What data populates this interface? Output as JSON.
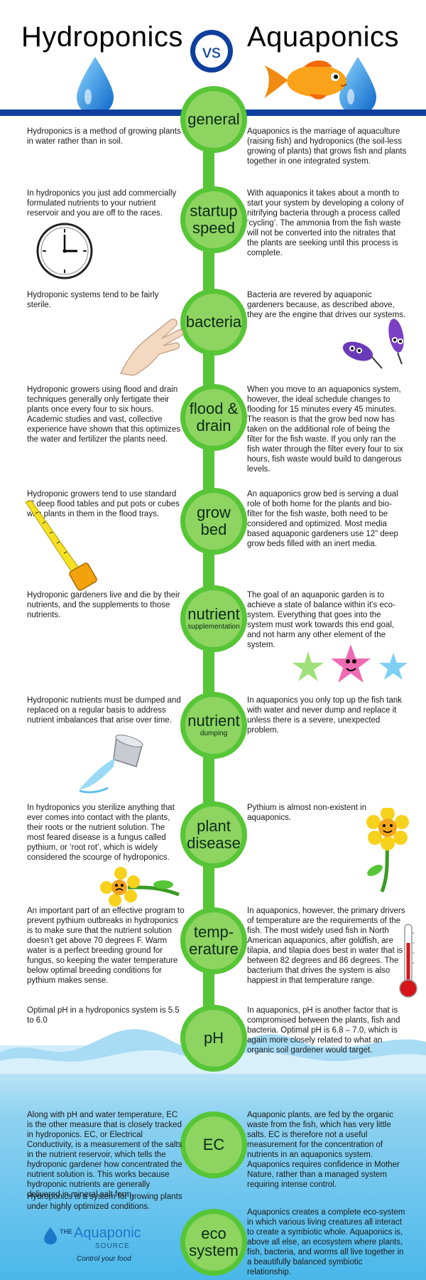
{
  "header": {
    "left_title": "Hydroponics",
    "vs_label": "vs",
    "right_title": "Aquaponics"
  },
  "sections": [
    {
      "label": "general",
      "sublabel": "",
      "hydro": "Hydroponics is a method of growing plants in water rather than in soil.",
      "aqua": "Aquaponics is the marriage of aquaculture (raising fish) and hydroponics (the soil-less growing of plants) that grows fish and plants together in one integrated system."
    },
    {
      "label": "startup speed",
      "sublabel": "",
      "hydro": "In hydroponics you just add commercially formulated nutrients to your nutrient reservoir and you are off to the races.",
      "aqua": "With aquaponics it takes about a month to start your system by developing a colony of nitrifying bacteria through a process called ‘cycling’. The ammonia from the fish waste will not be converted into the nitrates that the plants are seeking until this process is complete."
    },
    {
      "label": "bacteria",
      "sublabel": "",
      "hydro": "Hydroponic systems tend to be fairly sterile.",
      "aqua": "Bacteria are revered by aquaponic gardeners because, as described above, they are the engine that drives our systems."
    },
    {
      "label": "flood & drain",
      "sublabel": "",
      "hydro": "Hydroponic growers using flood and drain techniques generally only fertigate their plants once every four to six hours. Academic studies and vast, collective experience have shown that this optimizes the water and fertilizer the plants need.",
      "aqua": "When you move to an aquaponics system, however, the ideal schedule changes to flooding for 15 minutes every 45 minutes. The reason is that the grow bed now has taken on the additional role of being the filter for the fish waste. If you only ran the fish water through the filter every four to six hours, fish waste would build to dangerous levels."
    },
    {
      "label": "grow bed",
      "sublabel": "",
      "hydro": "Hydroponic growers tend to use standard 6” deep flood tables and put pots or cubes with plants in them in the flood trays.",
      "aqua": "An aquaponics grow bed is serving a dual role of both home for the plants and bio-filter for the fish waste, both need to be considered and optimized. Most media based aquaponic gardeners use 12” deep grow beds filled with an inert media."
    },
    {
      "label": "nutrient",
      "sublabel": "supplementation",
      "hydro": "Hydroponic gardeners live and die by their nutrients, and the supplements to those nutrients.",
      "aqua": "The goal of an aquaponic garden is to achieve a state of balance within it’s eco-system. Everything that goes into the system must work towards this end goal, and not harm any other element of the system."
    },
    {
      "label": "nutrient",
      "sublabel": "dumping",
      "hydro": "Hydroponic nutrients must be dumped and replaced on a regular basis to address nutrient imbalances that arise over time.",
      "aqua": "In aquaponics you only top up the fish tank with water and never dump and replace it unless there is a severe, unexpected problem."
    },
    {
      "label": "plant disease",
      "sublabel": "",
      "hydro": "In hydroponics you sterilize anything that ever comes into contact with the plants, their roots or the nutrient solution. The most feared disease is a fungus called pythium, or ‘root rot’, which is widely considered the scourge of hydroponics.",
      "aqua": "Pythium is almost non-existent in aquaponics."
    },
    {
      "label": "temp-erature",
      "sublabel": "",
      "hydro": "An important part of an effective program to prevent pythium outbreaks in hydroponics is to make sure that the nutrient solution doesn’t get above 70 degrees F. Warm water is a perfect breeding ground for fungus, so keeping the water temperature below optimal breeding conditions for pythium makes sense.",
      "aqua": "In aquaponics, however, the primary drivers of temperature are the requirements of the fish. The most widely used fish in North American aquaponics, after goldfish, are tilapia, and tilapia does best in water that is between 82 degrees and 86 degrees. The bacterium that drives the system is also happiest in that temperature range."
    },
    {
      "label": "pH",
      "sublabel": "",
      "hydro": "Optimal pH in a hydroponics system is 5.5 to 6.0",
      "aqua": "In aquaponics, pH is another factor that is compromised between the plants, fish and bacteria. Optimal pH is 6.8 – 7.0, which is again more closely related to what an organic soil gardener would target."
    },
    {
      "label": "EC",
      "sublabel": "",
      "hydro": "Along with pH and water temperature, EC is the other measure that is closely tracked in hydroponics. EC, or Electrical Conductivity, is a measurement of the salts in the nutrient reservoir, which tells the hydroponic gardener how concentrated the nutrient solution is. This works because hydroponic nutrients are generally delivered in mineral salt form.",
      "aqua": "Aquaponic plants, are fed by the organic waste from the fish, which has very little salts. EC is therefore not a useful measurement for the concentration of nutrients in an aquaponics system. Aquaponics requires confidence in Mother Nature, rather than a managed system requiring intense control."
    },
    {
      "label": "eco system",
      "sublabel": "",
      "hydro": "Hydroponics is a system for growing plants under highly optimized conditions.",
      "aqua": "Aquaponics creates a complete eco-system in which various living creatures all interact to create a symbiotic whole. Aquaponics is, above all else, an ecosystem where plants, fish, bacteria, and worms all live together in a beautifully balanced symbiotic relationship."
    }
  ],
  "logo": {
    "the": "THE",
    "name": "Aquaponic",
    "source": "SOURCE",
    "tagline": "Control your food"
  },
  "icons": [
    "water-drop-icon",
    "goldfish-icon",
    "clock-icon",
    "gloved-hand-icon",
    "bacteria-icon",
    "tape-measure-icon",
    "stars-icon",
    "bucket-icon",
    "flower-icon",
    "thermometer-icon"
  ],
  "colors": {
    "navy": "#0e3f9c",
    "spine_green": "#56c536",
    "circle_green": "#8dd461",
    "water_blue": "#49b7ea"
  }
}
